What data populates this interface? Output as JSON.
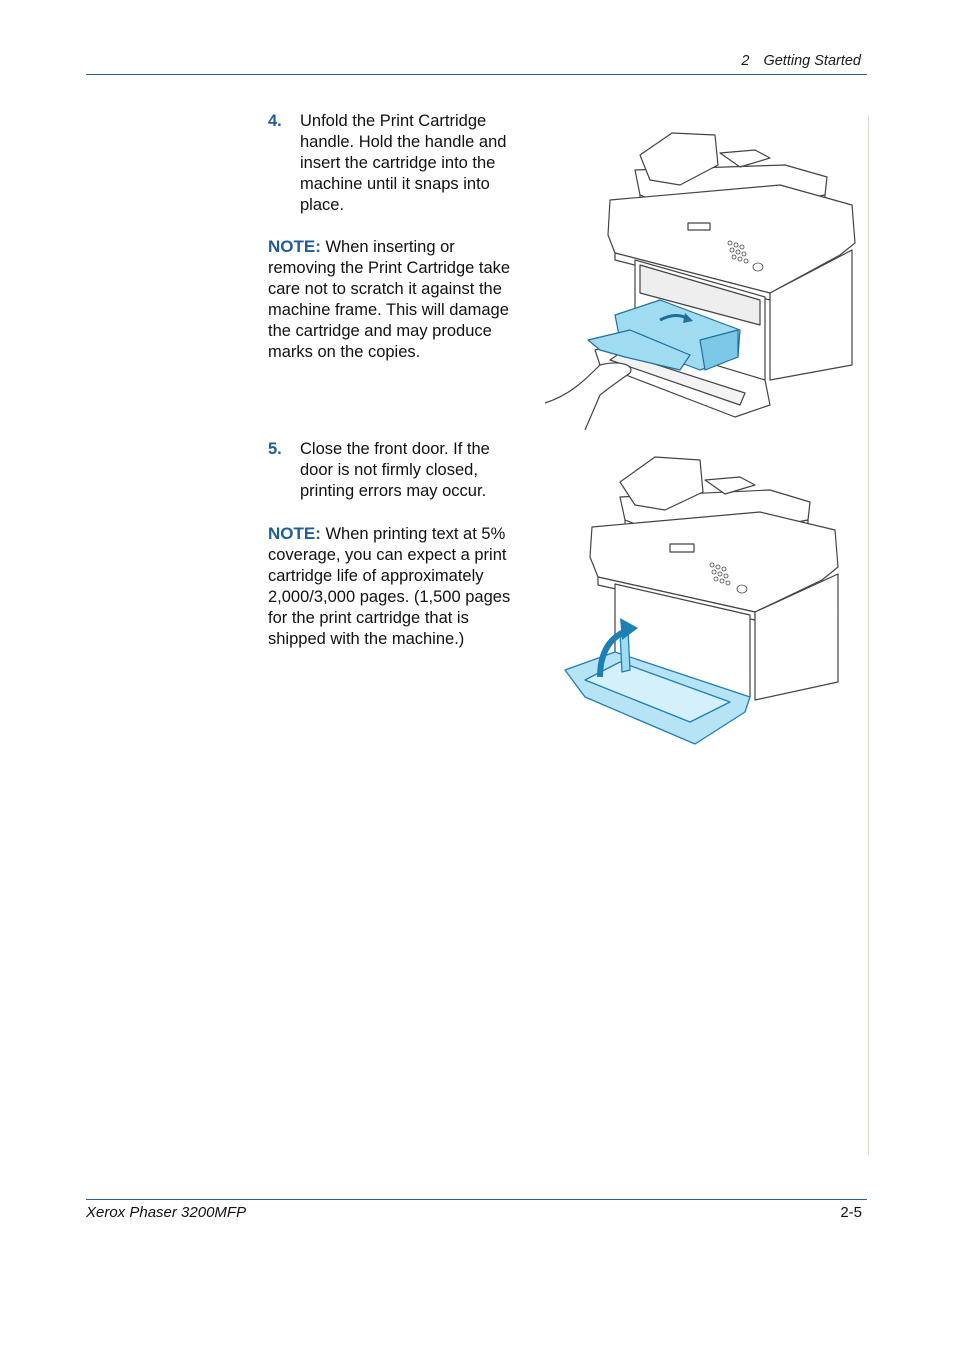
{
  "header": {
    "chapter_num": "2",
    "chapter_title": "Getting Started"
  },
  "steps": [
    {
      "number": "4.",
      "text": "Unfold the Print Cartridge handle. Hold the handle and insert the cartridge into the machine until it snaps into place.",
      "note_label": "NOTE:",
      "note_text": " When inserting or removing the Print Cartridge take care not to scratch it against the machine frame. This will damage the cartridge and may produce marks on the copies."
    },
    {
      "number": "5.",
      "text": "Close the front door. If the door is not firmly closed, printing errors may occur.",
      "note_label": "NOTE:",
      "note_text": " When printing text at 5% coverage, you can expect a print cartridge life of approximately 2,000/3,000 pages. (1,500 pages for the print cartridge that is shipped with the machine.)"
    }
  ],
  "footer": {
    "product": "Xerox Phaser 3200MFP",
    "page": "2-5"
  },
  "colors": {
    "accent": "#1f5c9c",
    "highlight_part": "#9fdcf2",
    "rule": "#2b5f8a"
  }
}
